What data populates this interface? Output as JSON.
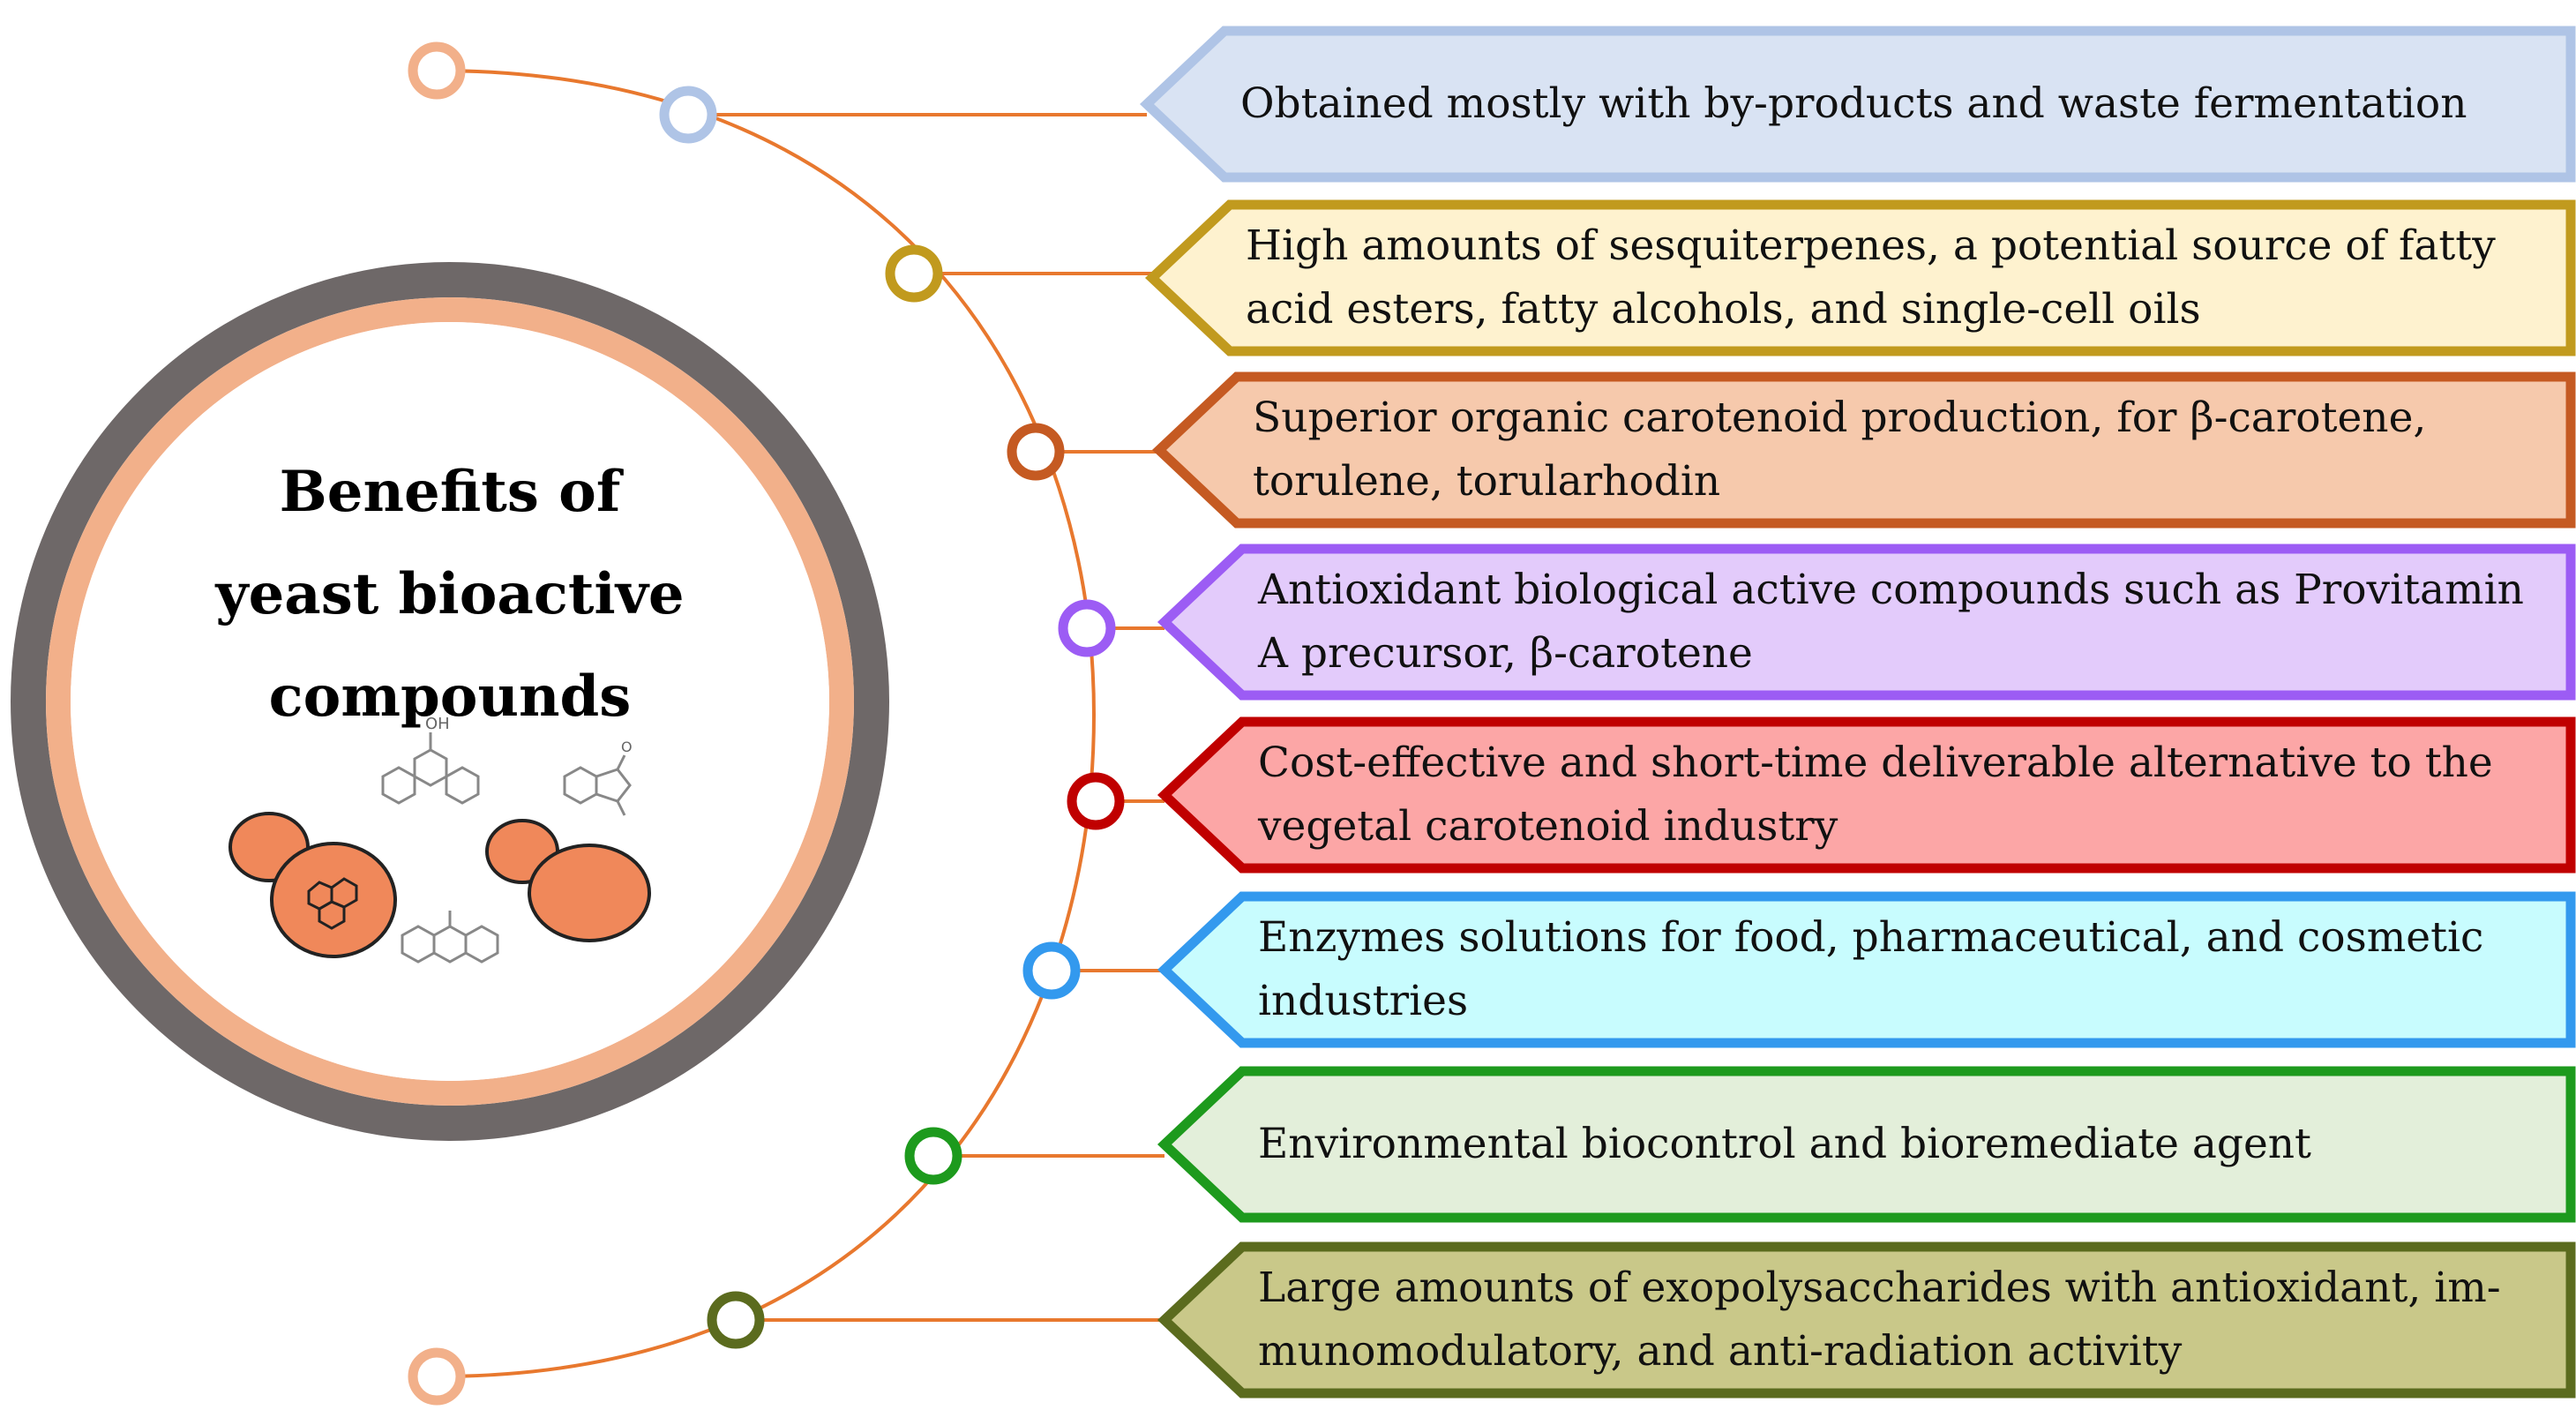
{
  "title": {
    "line1": "Benefits of",
    "line2": "yeast bioactive",
    "line3": "compounds"
  },
  "molecule_labels": {
    "hydroxyl": "OH",
    "oxygen": "O"
  },
  "colors": {
    "arc": "#E8782E",
    "outer_ring": "#6e6868",
    "inner_ring": "#F2B08A",
    "cell_fill": "#F0885A",
    "end_node": "#F2B08A"
  },
  "benefits": [
    {
      "lines": [
        "Obtained mostly with by-products and waste fermentation"
      ],
      "border": "#AFC4E6",
      "fill": "#D9E3F3",
      "node": "#AFC4E6"
    },
    {
      "lines": [
        "High amounts of sesquiterpenes, a potential source of fatty",
        "acid esters, fatty alcohols, and single-cell oils"
      ],
      "border": "#C19A1E",
      "fill": "#FEF2CF",
      "node": "#C19A1E"
    },
    {
      "lines": [
        "Superior organic carotenoid production, for β-carotene,",
        "torulene, torularhodin"
      ],
      "border": "#C55A22",
      "fill": "#F6C9AC",
      "node": "#C55A22"
    },
    {
      "lines": [
        "Antioxidant biological active compounds such as Provitamin",
        "A precursor, β-carotene"
      ],
      "border": "#9C5CF4",
      "fill": "#E3CBFB",
      "node": "#9C5CF4"
    },
    {
      "lines": [
        "Cost-effective and short-time deliverable alternative to the",
        "vegetal carotenoid industry"
      ],
      "border": "#C00000",
      "fill": "#FCA6A6",
      "node": "#C00000"
    },
    {
      "lines": [
        "Enzymes solutions for food, pharmaceutical, and cosmetic",
        "industries"
      ],
      "border": "#3399EE",
      "fill": "#C8FCFE",
      "node": "#3399EE"
    },
    {
      "lines": [
        "Environmental biocontrol and bioremediate agent"
      ],
      "border": "#1D9A1D",
      "fill": "#E3EFDA",
      "node": "#1D9A1D"
    },
    {
      "lines": [
        "Large amounts of exopolysaccharides with  antioxidant, im-",
        "munomodulatory, and anti-radiation activity"
      ],
      "border": "#5B6B1E",
      "fill": "#C9C889",
      "node": "#5B6B1E"
    }
  ]
}
